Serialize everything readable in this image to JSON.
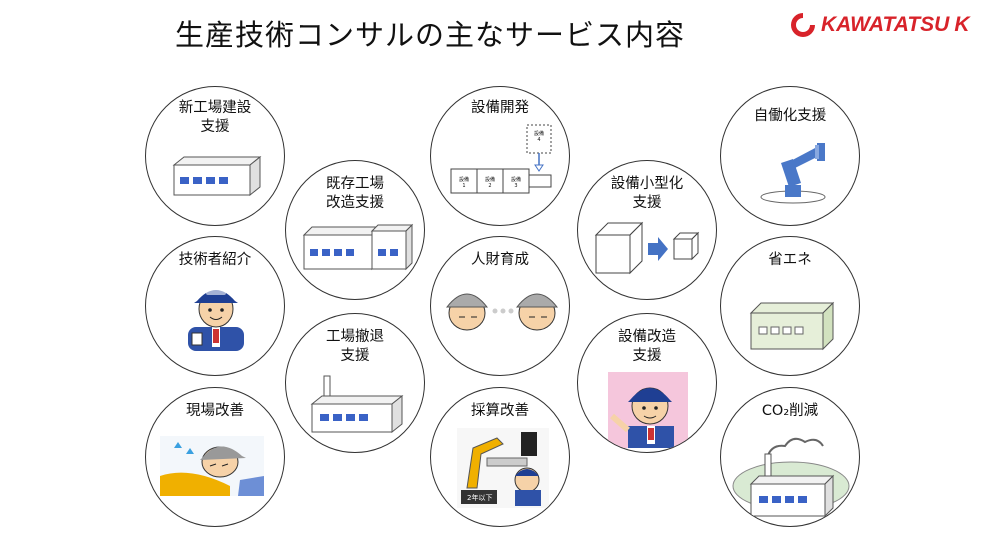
{
  "header": {
    "title": "生産技術コンサルの主なサービス内容",
    "logo_text": "KAWATATSU",
    "logo_mark_letter": "K",
    "brand_color": "#d8232a"
  },
  "services": {
    "new_factory": "新工場建設\n支援",
    "existing_factory": "既存工場\n改造支援",
    "equipment_dev": "設備開発",
    "equipment_miniaturize": "設備小型化\n支援",
    "automation": "自働化支援",
    "engineer_intro": "技術者紹介",
    "hr_development": "人財育成",
    "energy_saving": "省エネ",
    "factory_withdrawal": "工場撤退\n支援",
    "equipment_improve": "設備改造\n支援",
    "site_improvement": "現場改善",
    "profitability": "採算改善",
    "co2_reduction": "CO₂削減"
  },
  "equipment_dev_boxes": {
    "box1": "設備\n1",
    "box2": "設備\n2",
    "box3": "設備\n3",
    "box4": "設備\n4"
  },
  "profitability_badge": "2年以下",
  "colors": {
    "window_blue": "#3a62c6",
    "arrow_blue": "#4472c4",
    "robot_blue": "#4a78c8",
    "green_building": "#e6efd9",
    "green_ground": "#d9ead3"
  }
}
